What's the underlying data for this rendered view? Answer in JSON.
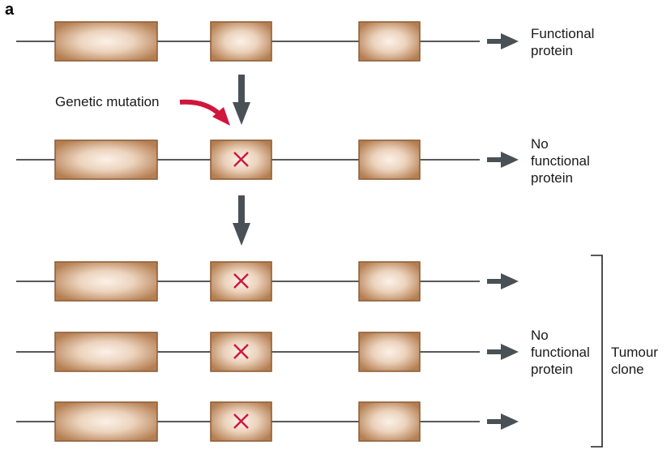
{
  "panel_label": "a",
  "gene_rows": [
    {
      "mutated": false
    },
    {
      "mutated": true
    },
    {
      "mutated": true
    },
    {
      "mutated": true
    },
    {
      "mutated": true
    }
  ],
  "outcomes": {
    "functional": [
      "Functional",
      "protein"
    ],
    "no_functional_row2": [
      "No",
      "functional",
      "protein"
    ],
    "no_functional_clone": [
      "No",
      "functional",
      "protein"
    ]
  },
  "mutation_label": "Genetic mutation",
  "clone_label": [
    "Tumour",
    "clone"
  ],
  "colors": {
    "exon_edge": "#8b5a34",
    "exon_fill": "#c08a5e",
    "exon_center": "#fbf1e8",
    "mutation_mark": "#d0163c",
    "mutation_arrow": "#d0163c",
    "flow_arrow": "#4a5156",
    "line": "#222222"
  },
  "icons": {
    "mutation_mark": "x-mark-icon",
    "flow": "down-arrow-icon",
    "output": "right-arrow-icon"
  }
}
